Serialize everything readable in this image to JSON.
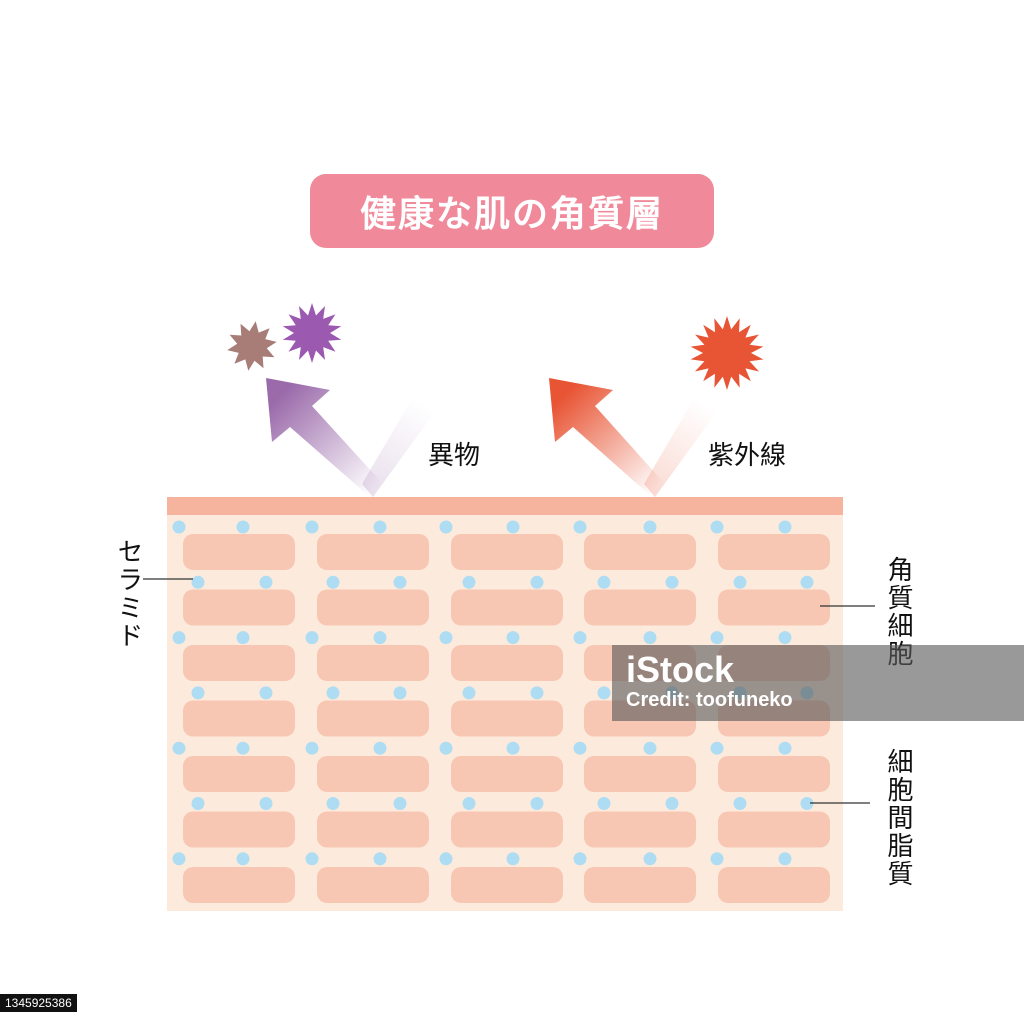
{
  "title": "健康な肌の角質層",
  "labels": {
    "foreign_matter": "異物",
    "uv_rays": "紫外線",
    "ceramide": "セラミド",
    "corneocyte": "角質細胞",
    "intercellular_lipid": "細胞間脂質"
  },
  "watermark": {
    "brand": "iStock",
    "credit": "Credit: toofuneko"
  },
  "image_id": "1345925386",
  "colors": {
    "title_bg": "#f08a9b",
    "surface_layer": "#f6b39d",
    "layer_bg": "#fcebdc",
    "cell": "#f7c7b3",
    "lipid_dot": "#aedcf2",
    "foreign_arrow": "#9a6aaa",
    "uv_arrow": "#e85535",
    "uv_particle": "#e85535",
    "particle_brown": "#a87d78",
    "particle_purple": "#9b59b0"
  },
  "icons": [
    "star-burst-particle-icon",
    "reflect-arrow-icon"
  ]
}
